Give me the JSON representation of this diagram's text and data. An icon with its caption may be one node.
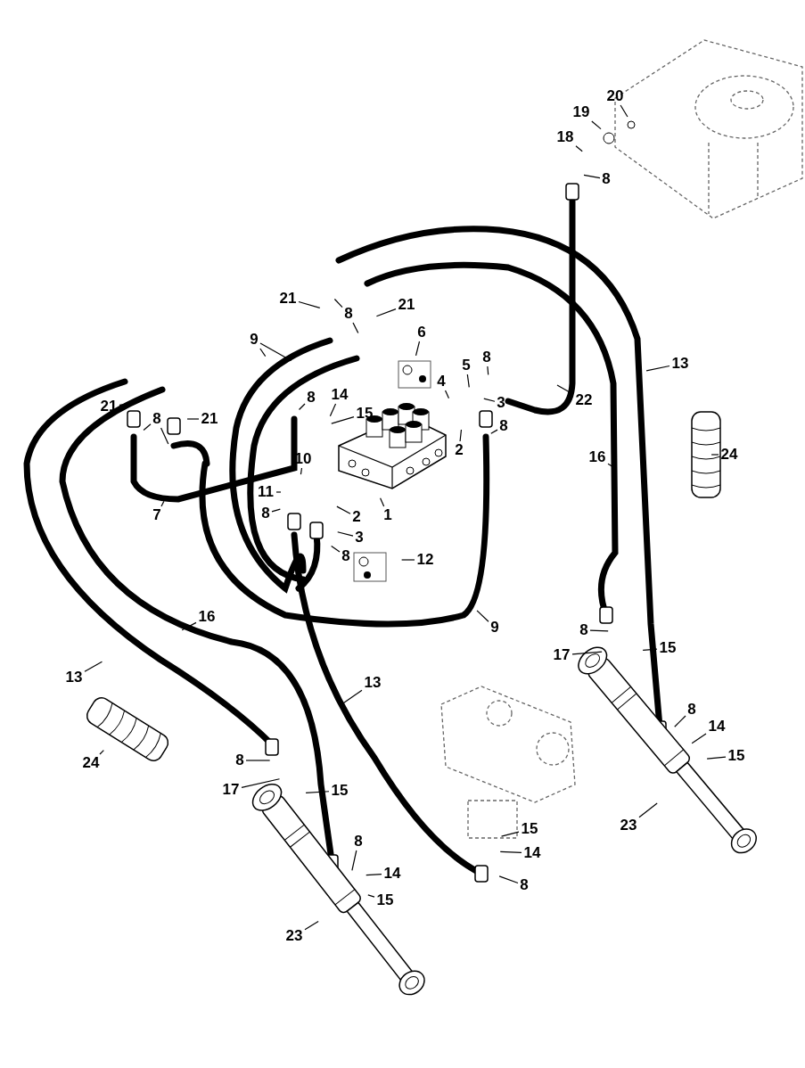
{
  "diagram": {
    "nodes": [
      {
        "text": [
          "20"
        ]
      },
      {
        "text": [
          "19"
        ]
      },
      {
        "text": [
          "18"
        ]
      },
      {
        "text": [
          "8"
        ]
      },
      {
        "text": [
          "21"
        ]
      },
      {
        "text": [
          "8"
        ]
      },
      {
        "text": [
          "21"
        ]
      },
      {
        "text": [
          "9"
        ]
      },
      {
        "text": [
          "6"
        ]
      },
      {
        "text": [
          "5"
        ]
      },
      {
        "text": [
          "8"
        ]
      },
      {
        "text": [
          "4"
        ]
      },
      {
        "text": [
          "3"
        ]
      },
      {
        "text": [
          "8"
        ]
      },
      {
        "text": [
          "2"
        ]
      },
      {
        "text": [
          "22"
        ]
      },
      {
        "text": [
          "13"
        ]
      },
      {
        "text": [
          "21"
        ]
      },
      {
        "text": [
          "8"
        ]
      },
      {
        "text": [
          "21"
        ]
      },
      {
        "text": [
          "8"
        ]
      },
      {
        "text": [
          "14"
        ]
      },
      {
        "text": [
          "15"
        ]
      },
      {
        "text": [
          "10"
        ]
      },
      {
        "text": [
          "11"
        ]
      },
      {
        "text": [
          "8"
        ]
      },
      {
        "text": [
          "2"
        ]
      },
      {
        "text": [
          "1"
        ]
      },
      {
        "text": [
          "3"
        ]
      },
      {
        "text": [
          "8"
        ]
      },
      {
        "text": [
          "7"
        ]
      },
      {
        "text": [
          "12"
        ]
      },
      {
        "text": [
          "16"
        ]
      },
      {
        "text": [
          "24"
        ]
      },
      {
        "text": [
          "9"
        ]
      },
      {
        "text": [
          "16"
        ]
      },
      {
        "text": [
          "13"
        ]
      },
      {
        "text": [
          "13"
        ]
      },
      {
        "text": [
          "8"
        ]
      },
      {
        "text": [
          "17"
        ]
      },
      {
        "text": [
          "15"
        ]
      },
      {
        "text": [
          "24"
        ]
      },
      {
        "text": [
          "8"
        ]
      },
      {
        "text": [
          "17"
        ]
      },
      {
        "text": [
          "15"
        ]
      },
      {
        "text": [
          "8"
        ]
      },
      {
        "text": [
          "14"
        ]
      },
      {
        "text": [
          "15"
        ]
      },
      {
        "text": [
          "23"
        ]
      },
      {
        "text": [
          "15"
        ]
      },
      {
        "text": [
          "14"
        ]
      },
      {
        "text": [
          "8"
        ]
      },
      {
        "text": [
          "8"
        ]
      },
      {
        "text": [
          "14"
        ]
      },
      {
        "text": [
          "15"
        ]
      },
      {
        "text": [
          "23"
        ]
      }
    ],
    "edges": [
      {
        "from": 0,
        "to": null,
        "arrow": "none"
      },
      {
        "from": 1,
        "to": null,
        "arrow": "none"
      },
      {
        "from": 2,
        "to": null,
        "arrow": "none"
      },
      {
        "from": 3,
        "to": null,
        "arrow": "none"
      },
      {
        "from": 4,
        "to": null,
        "arrow": "none"
      },
      {
        "from": 5,
        "to": null,
        "arrow": "none"
      },
      {
        "from": 5,
        "to": null,
        "arrow": "none"
      },
      {
        "from": 6,
        "to": null,
        "arrow": "none"
      },
      {
        "from": 7,
        "to": null,
        "arrow": "none"
      },
      {
        "from": 7,
        "to": null,
        "arrow": "none"
      },
      {
        "from": 8,
        "to": null,
        "arrow": "none"
      },
      {
        "from": 9,
        "to": null,
        "arrow": "none"
      },
      {
        "from": 10,
        "to": null,
        "arrow": "none"
      },
      {
        "from": 11,
        "to": null,
        "arrow": "none"
      },
      {
        "from": 12,
        "to": null,
        "arrow": "none"
      },
      {
        "from": 13,
        "to": null,
        "arrow": "none"
      },
      {
        "from": 14,
        "to": null,
        "arrow": "none"
      },
      {
        "from": 15,
        "to": null,
        "arrow": "none"
      },
      {
        "from": 16,
        "to": null,
        "arrow": "none"
      },
      {
        "from": 17,
        "to": null,
        "arrow": "none"
      },
      {
        "from": 18,
        "to": null,
        "arrow": "none"
      },
      {
        "from": 18,
        "to": null,
        "arrow": "none"
      },
      {
        "from": 19,
        "to": null,
        "arrow": "none"
      },
      {
        "from": 20,
        "to": null,
        "arrow": "none"
      },
      {
        "from": 21,
        "to": null,
        "arrow": "none"
      },
      {
        "from": 22,
        "to": null,
        "arrow": "none"
      },
      {
        "from": 23,
        "to": null,
        "arrow": "none"
      },
      {
        "from": 24,
        "to": null,
        "arrow": "none"
      },
      {
        "from": 25,
        "to": null,
        "arrow": "none"
      },
      {
        "from": 26,
        "to": null,
        "arrow": "none"
      },
      {
        "from": 27,
        "to": null,
        "arrow": "none"
      },
      {
        "from": 28,
        "to": null,
        "arrow": "none"
      },
      {
        "from": 29,
        "to": null,
        "arrow": "none"
      },
      {
        "from": 30,
        "to": null,
        "arrow": "none"
      },
      {
        "from": 31,
        "to": null,
        "arrow": "none"
      },
      {
        "from": 32,
        "to": null,
        "arrow": "none"
      },
      {
        "from": 33,
        "to": null,
        "arrow": "none"
      },
      {
        "from": 34,
        "to": null,
        "arrow": "none"
      },
      {
        "from": 35,
        "to": null,
        "arrow": "none"
      },
      {
        "from": 36,
        "to": null,
        "arrow": "none"
      },
      {
        "from": 37,
        "to": null,
        "arrow": "none"
      },
      {
        "from": 38,
        "to": null,
        "arrow": "none"
      },
      {
        "from": 39,
        "to": null,
        "arrow": "none"
      },
      {
        "from": 40,
        "to": null,
        "arrow": "none"
      },
      {
        "from": 41,
        "to": null,
        "arrow": "none"
      },
      {
        "from": 42,
        "to": null,
        "arrow": "none"
      },
      {
        "from": 43,
        "to": null,
        "arrow": "none"
      },
      {
        "from": 44,
        "to": null,
        "arrow": "none"
      },
      {
        "from": 45,
        "to": null,
        "arrow": "none"
      },
      {
        "from": 46,
        "to": null,
        "arrow": "none"
      },
      {
        "from": 47,
        "to": null,
        "arrow": "none"
      },
      {
        "from": 48,
        "to": null,
        "arrow": "none"
      },
      {
        "from": 49,
        "to": null,
        "arrow": "none"
      },
      {
        "from": 50,
        "to": null,
        "arrow": "none"
      },
      {
        "from": 51,
        "to": null,
        "arrow": "none"
      },
      {
        "from": 52,
        "to": null,
        "arrow": "none"
      },
      {
        "from": 53,
        "to": null,
        "arrow": "none"
      },
      {
        "from": 54,
        "to": null,
        "arrow": "none"
      },
      {
        "from": 55,
        "to": null,
        "arrow": "none"
      }
    ]
  }
}
